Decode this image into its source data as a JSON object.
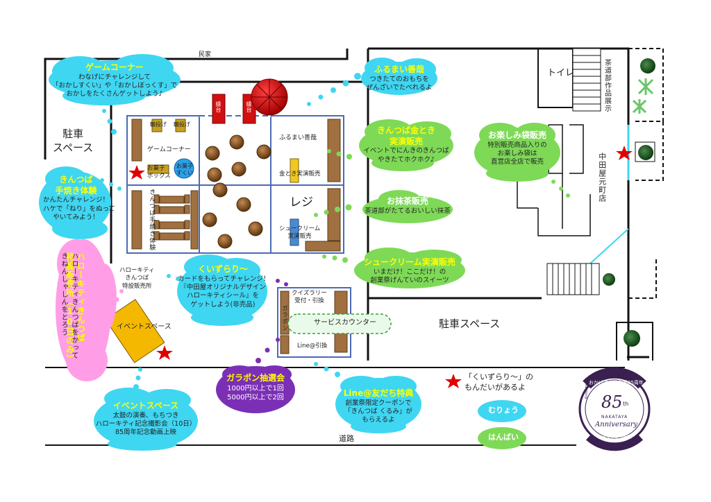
{
  "map": {
    "neighbor_house": "民家",
    "parking_left": "駐車\nスペース",
    "parking_right": "駐車スペース",
    "road": "道路",
    "shop_name": "中田屋元町店",
    "toilet": "トイレ",
    "tea_exhibit": "茶道部作品展示",
    "register": "レジ",
    "stall_left": "縁台",
    "stall_right": "縁台",
    "booth_throw_1": "輪投げ",
    "booth_throw_2": "輪投げ",
    "game_corner_label": "ゲームコーナー",
    "candy_box": "お菓子\nボックス",
    "candy_scoop": "お菓子\nすくい",
    "kintsuba_experience": "きんつば手焼き体験",
    "furumai_zenzai": "ふるまい善哉",
    "kintoki_demo": "金とき実演販売",
    "choux_demo": "シュークリーム\n実演販売",
    "hello_kitty_stall": "ハローキティ\nきんつば\n特設販売所",
    "event_space": "イベントスペース",
    "quiz_rally": "クイズラリー\n受付・引換",
    "garapon": "ガラポン",
    "line_exchange": "Line@引換",
    "service_counter": "サービスカウンター"
  },
  "clouds": {
    "game": {
      "title": "ゲームコーナー",
      "body": "わなげにチャレンジして\n「おかしすくい」や「おかしぼっくす」で\nおかしをたくさんゲットしよう♪"
    },
    "furumai": {
      "title": "ふるまい善哉",
      "body": "つきたてのおもちを\nぜんざいでたべれるよ"
    },
    "kintoki": {
      "title": "きんつば金とき\n実演販売",
      "body": "イベントでにんきのきんつば\nやきたてホクホク♪"
    },
    "lucky_bag": {
      "title": "お楽しみ袋販売",
      "body": "特別販売商品入りの\nお楽しみ袋は\n直営店全店で販売"
    },
    "matcha": {
      "title": "お抹茶販売",
      "body": "茶道部がたてるおいしい抹茶"
    },
    "kintsuba_bake": {
      "title": "きんつば\n手焼き体験",
      "body": "かんたんチャレンジ！\nハケで「ねり」をぬって\nやいてみよう！"
    },
    "choux": {
      "title": "シュークリーム実演販売",
      "body": "いまだけ！ここだけ！の\n創業祭げんていのスイーツ"
    },
    "kuizura": {
      "title": "くいずらり〜",
      "body": "カードをもらってチャレンジ！\n『中田屋オリジナルデザイン\nハローキティシール』を\nゲットしよう(非売品)"
    },
    "kitty_sale": {
      "title": "ハローキティきんつば\n特設販売所（10日のみ）",
      "body": "ハローキティきんつばをかって\nきねんしゃしんをとろう"
    },
    "garapon": {
      "title": "ガラポン抽選会",
      "body": "1000円以上で1回\n5000円以上で2回"
    },
    "line": {
      "title": "Line@友だち特典",
      "body": "創業祭限定クーポンで\n「きんつば くるみ」が\nもらえるよ"
    },
    "event": {
      "title": "イベントスペース",
      "body": "太鼓の演奏、もちつき\nハローキティ記念撮影会（10日）\n85周年記念動画上映"
    }
  },
  "legend": {
    "star_text": "「くいずらり〜」の\nもんだいがあるよ",
    "free": "むりょう",
    "sale": "はんばい"
  },
  "logo": {
    "ring_top": "おかげさまで創業85周年",
    "side": "Kintsuba",
    "number": "85",
    "suffix": "th",
    "brand": "NAKATAYA",
    "script": "Anniversary",
    "bottom": "きんつば中田屋"
  },
  "colors": {
    "cyan_cloud": "#3fd6f2",
    "green_cloud": "#7ed957",
    "pink_cloud": "#ff9ee6",
    "purple_cloud": "#7b2fb5",
    "yellow_text": "#ffff00",
    "star_red": "#e00000",
    "grid_blue": "#4a6ab5",
    "wood": "#a07040"
  }
}
